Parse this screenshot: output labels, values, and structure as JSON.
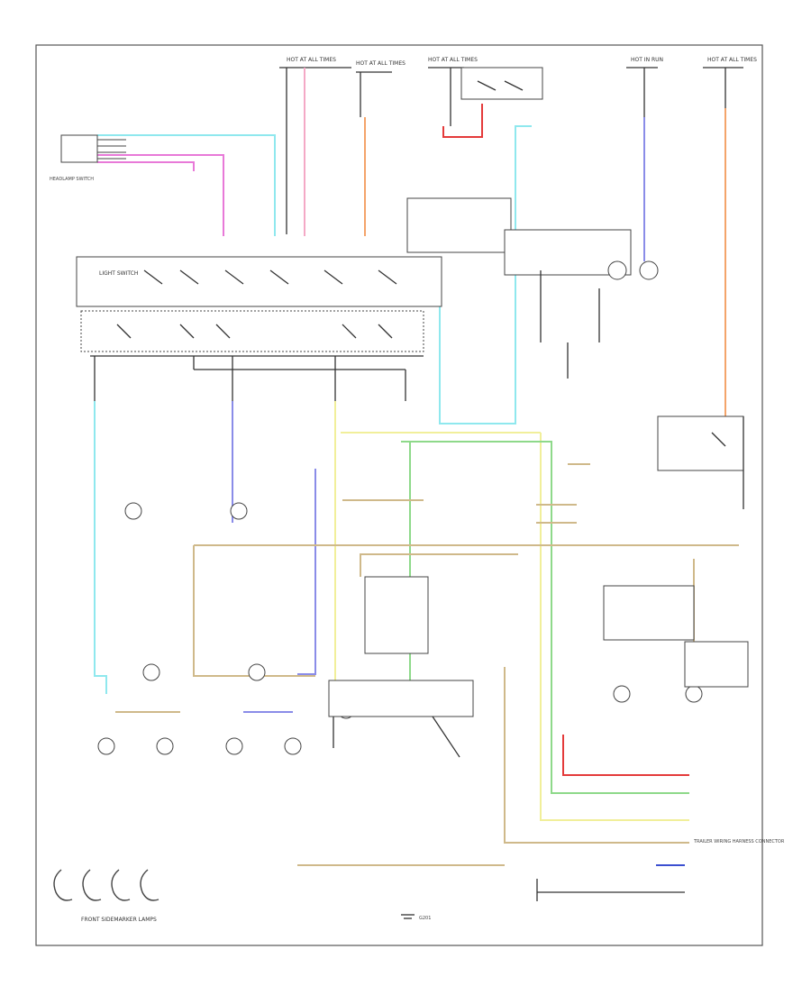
{
  "diagram": {
    "footer_code": "",
    "colors": {
      "light_blue": "#8fe8ee",
      "pink": "#f4a9c6",
      "magenta": "#e879d8",
      "orange": "#f4a46a",
      "red": "#e43a3a",
      "tan": "#cfb98a",
      "yellow": "#f1ef9a",
      "green": "#8ed98a",
      "blue": "#8a8ce8",
      "navy": "#3b4fd0",
      "black": "#333333"
    },
    "labels": {
      "top_fuse_1": "HOT AT ALL TIMES",
      "top_fuse_2": "HOT AT ALL TIMES",
      "top_fuse_3": "HOT AT ALL TIMES",
      "top_fuse_4": "HOT IN RUN",
      "top_fuse_5": "HOT AT ALL TIMES",
      "left_stack": "HEADLAMP SWITCH",
      "switch_block": "LIGHT SWITCH",
      "bottom_left": "FRONT SIDEMARKER LAMPS",
      "trailer": "TRAILER WIRING HARNESS CONNECTOR",
      "ground": "G201"
    }
  }
}
